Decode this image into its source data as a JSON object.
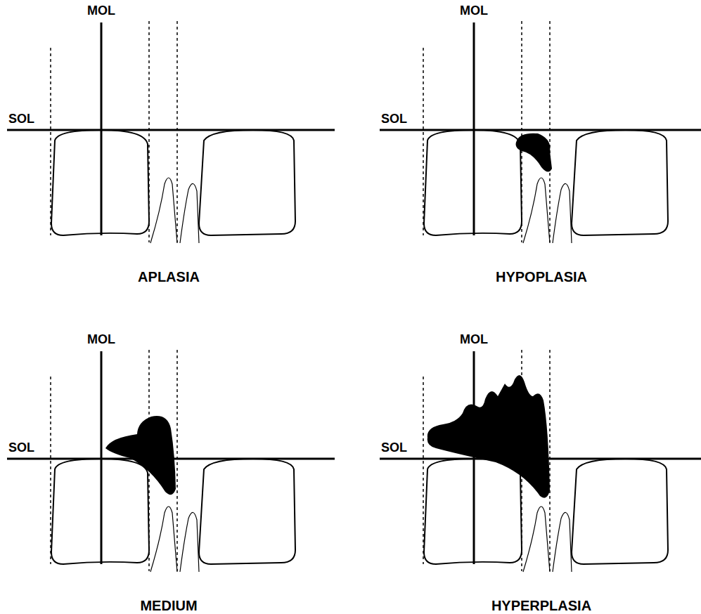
{
  "diagram": {
    "labels": [
      "MOL",
      "SOL",
      "APLASIA",
      "MOL",
      "SOL",
      "HYPOPLASIA",
      "MOL",
      "SOL",
      "MEDIUM",
      "MOL",
      "SOL",
      "HYPERPLASIA"
    ]
  }
}
